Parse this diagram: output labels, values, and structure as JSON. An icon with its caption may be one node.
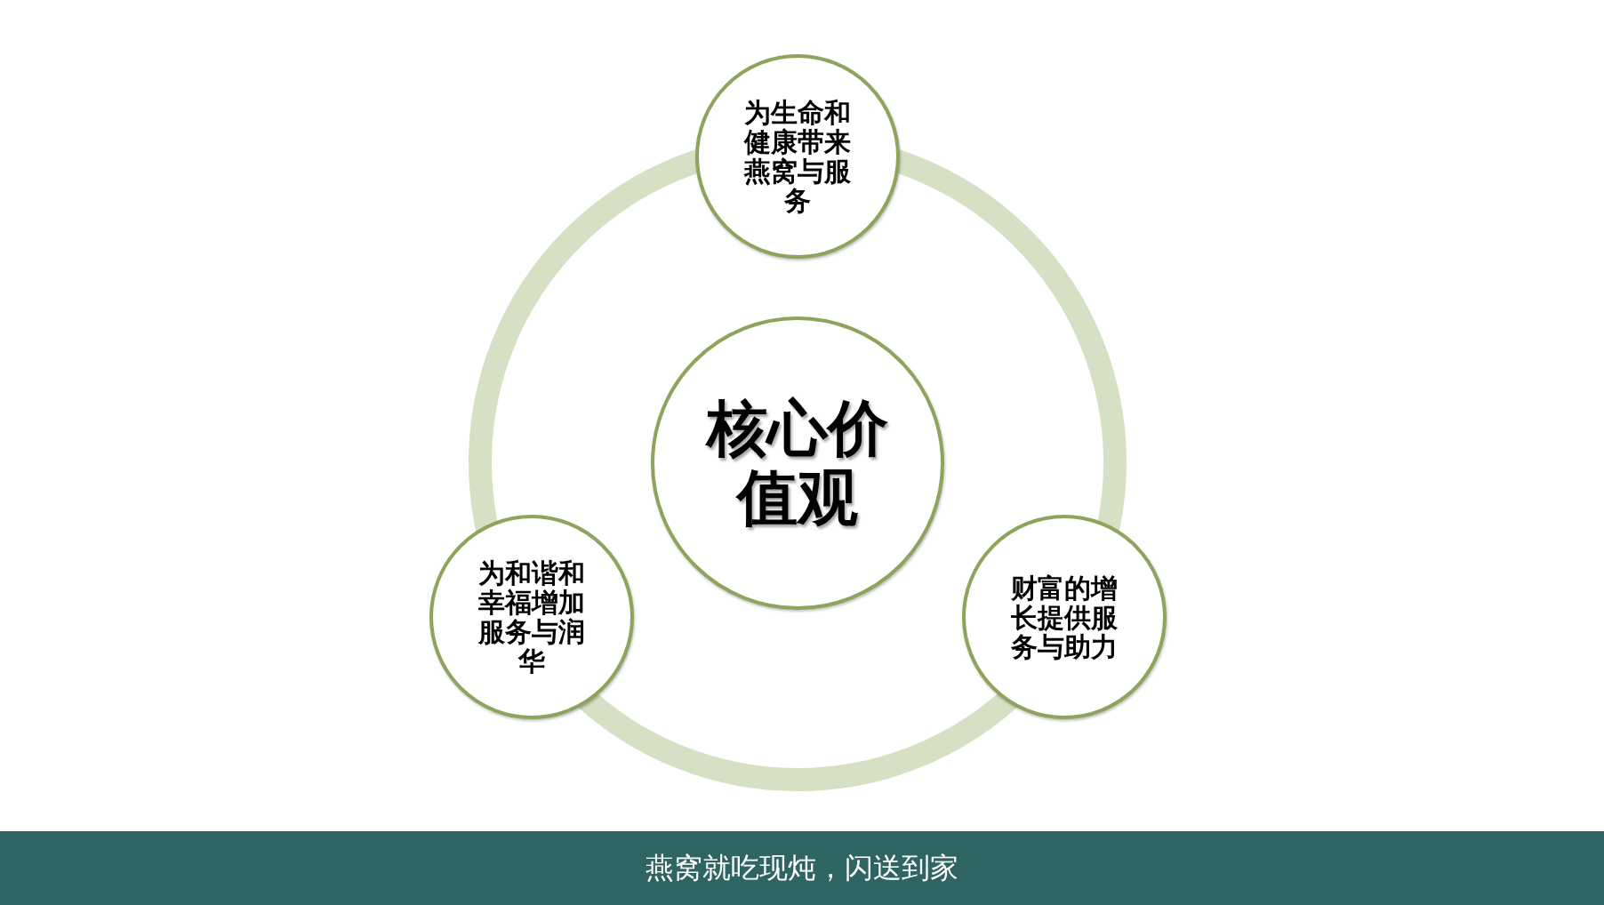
{
  "diagram": {
    "nodes": [
      {
        "text": [
          "为生命和健康带来燕窝与服务"
        ]
      },
      {
        "text": [
          "核心价值观"
        ]
      },
      {
        "text": [
          "为和谐和幸福增加服务与润华"
        ]
      },
      {
        "text": [
          "财富的增长提供服务与助力"
        ]
      },
      {
        "text": [
          "燕窝就吃现炖，闪送到家"
        ]
      }
    ]
  }
}
